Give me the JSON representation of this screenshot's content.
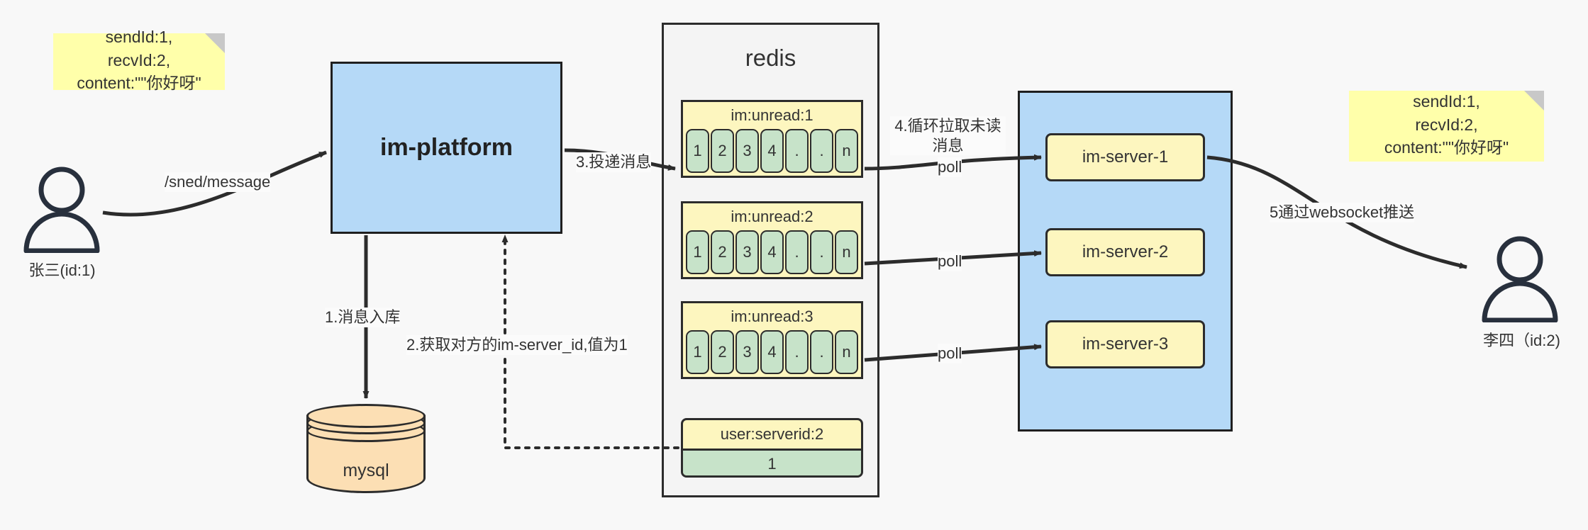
{
  "diagram": {
    "title": "IM message flow architecture",
    "background": "#f8f8f8"
  },
  "colors": {
    "blue_fill": "#b5d9f7",
    "yellow_fill": "#fdf6bf",
    "sticky_fill": "#ffffaa",
    "green_fill": "#c7e3c9",
    "orange_fill": "#fcdfb4",
    "panel_fill": "#f4f4f4",
    "stroke": "#2c2c2c"
  },
  "notes": {
    "left": {
      "line1": "sendId:1,",
      "line2": "recvId:2,",
      "line3": "content:\"\"你好呀\""
    },
    "right": {
      "line1": "sendId:1,",
      "line2": "recvId:2,",
      "line3": "content:\"\"你好呀\""
    }
  },
  "actors": {
    "sender": {
      "label": "张三(id:1)",
      "icon": "user-icon"
    },
    "receiver": {
      "label": "李四（id:2)",
      "icon": "user-icon"
    }
  },
  "platform": {
    "label": "im-platform"
  },
  "database": {
    "label": "mysql",
    "icon": "database-cylinder-icon"
  },
  "redis": {
    "title": "redis",
    "lists": [
      {
        "key": "im:unread:1",
        "cells": [
          "1",
          "2",
          "3",
          "4",
          ".",
          ".",
          "n"
        ]
      },
      {
        "key": "im:unread:2",
        "cells": [
          "1",
          "2",
          "3",
          "4",
          ".",
          ".",
          "n"
        ]
      },
      {
        "key": "im:unread:3",
        "cells": [
          "1",
          "2",
          "3",
          "4",
          ".",
          ".",
          "n"
        ]
      }
    ],
    "kv": {
      "key": "user:serverid:2",
      "value": "1"
    }
  },
  "server_cluster": {
    "servers": [
      {
        "label": "im-server-1"
      },
      {
        "label": "im-server-2"
      },
      {
        "label": "im-server-3"
      }
    ]
  },
  "edges": {
    "send_message": "/sned/message",
    "step1": "1.消息入库",
    "step2": "2.获取对方的im-server_id,值为1",
    "step3": "3.投递消息",
    "step4": "4.循环拉取未读消息",
    "step5": "5通过websocket推送",
    "poll1": "poll",
    "poll2": "poll",
    "poll3": "poll"
  }
}
